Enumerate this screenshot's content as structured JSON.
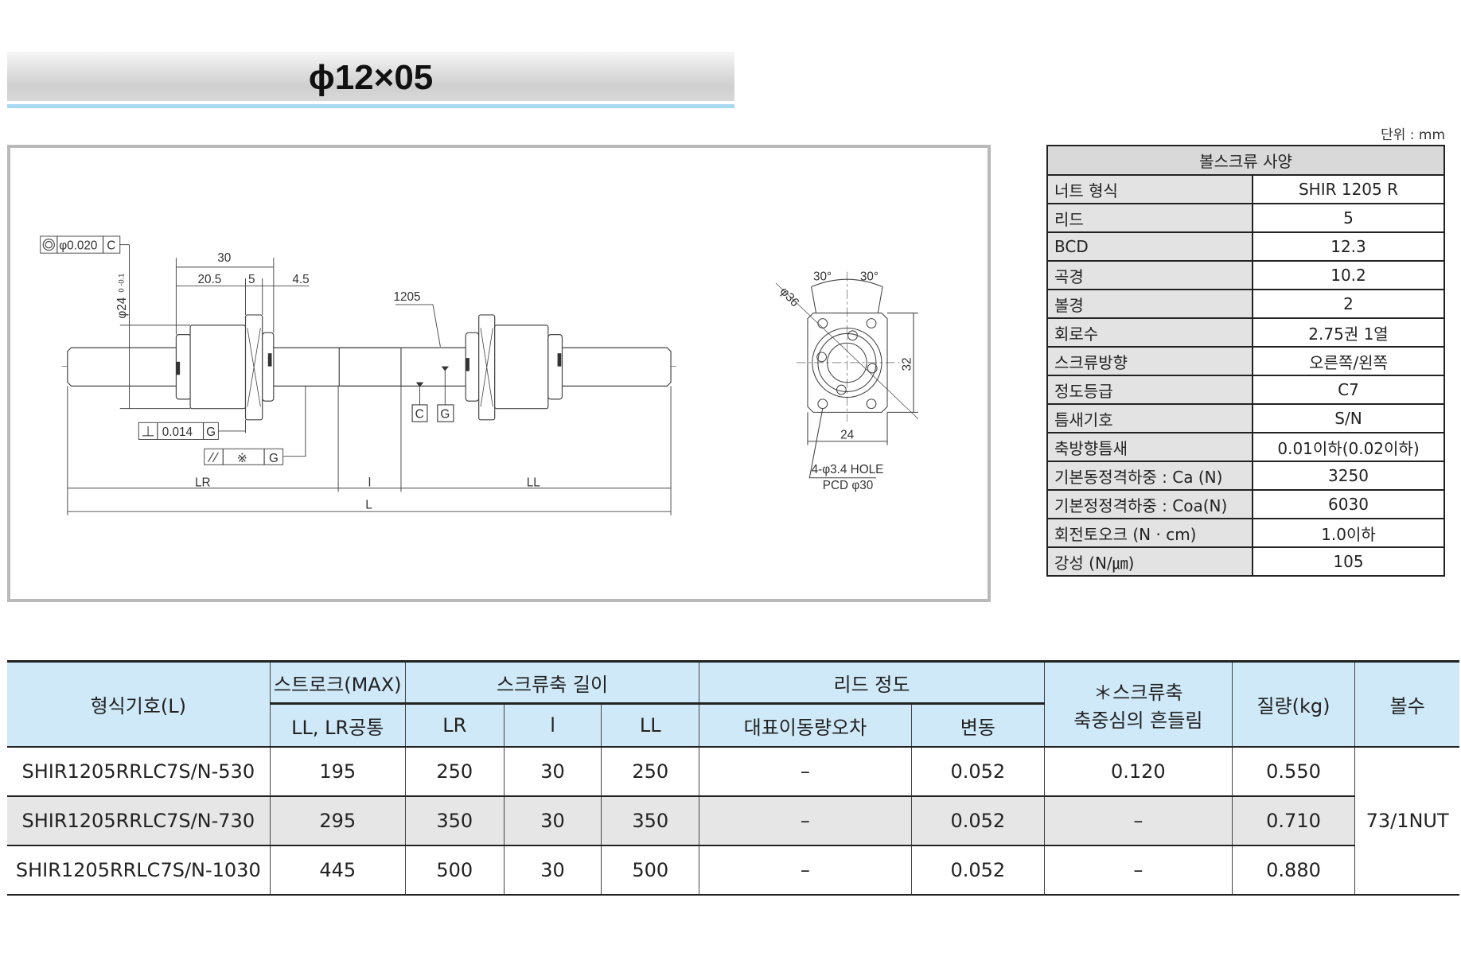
{
  "title": "ϕ12×05",
  "unit": "단위 : mm",
  "drawing": {
    "runout": "φ0.020",
    "datum_c": "C",
    "datum_g": "G",
    "dim_30": "30",
    "dim_20_5": "20.5",
    "dim_5": "5",
    "dim_4_5": "4.5",
    "dia_24": "φ24",
    "tol": "0 -0.1",
    "model": "1205",
    "perp": "0.014",
    "parallel_mark": "※",
    "lr": "LR",
    "l_small": "l",
    "ll": "LL",
    "l_total": "L",
    "angle_left": "30°",
    "angle_right": "30°",
    "dia_36": "φ36",
    "dim_32": "32",
    "dim_24": "24",
    "hole": "4-φ3.4 HOLE",
    "pcd": "PCD φ30"
  },
  "spec": {
    "title": "볼스크류 사양",
    "rows": [
      {
        "k": "너트 형식",
        "v": "SHIR 1205 R"
      },
      {
        "k": "리드",
        "v": "5"
      },
      {
        "k": "BCD",
        "v": "12.3"
      },
      {
        "k": "곡경",
        "v": "10.2"
      },
      {
        "k": "볼경",
        "v": "2"
      },
      {
        "k": "회로수",
        "v": "2.75권 1열"
      },
      {
        "k": "스크류방향",
        "v": "오른쪽/왼쪽"
      },
      {
        "k": "정도등급",
        "v": "C7"
      },
      {
        "k": "틈새기호",
        "v": "S/N"
      },
      {
        "k": "축방향틈새",
        "v": "0.01이하(0.02이하)"
      },
      {
        "k": "기본동정격하중 : Ca (N)",
        "v": "3250"
      },
      {
        "k": "기본정정격하중 : Coa(N)",
        "v": "6030"
      },
      {
        "k": "회전토오크 (N · cm)",
        "v": "1.0이하"
      },
      {
        "k": "강성 (N/㎛)",
        "v": "105"
      }
    ]
  },
  "table": {
    "h_model": "형식기호(L)",
    "h_stroke": "스트로크(MAX)",
    "h_stroke_sub": "LL, LR공통",
    "h_length": "스크류축 길이",
    "h_lr": "LR",
    "h_l": "l",
    "h_ll": "LL",
    "h_lead": "리드 정도",
    "h_lead_err": "대표이동량오차",
    "h_lead_var": "변동",
    "h_runout_1": "＊스크류축",
    "h_runout_2": "축중심의 흔들림",
    "h_mass": "질량(kg)",
    "h_balls": "볼수",
    "balls": "73/1NUT",
    "rows": [
      {
        "model": "SHIR1205RRLC7S/N-530",
        "stroke": "195",
        "lr": "250",
        "l": "30",
        "ll": "250",
        "err": "–",
        "var": "0.052",
        "runout": "0.120",
        "mass": "0.550"
      },
      {
        "model": "SHIR1205RRLC7S/N-730",
        "stroke": "295",
        "lr": "350",
        "l": "30",
        "ll": "350",
        "err": "–",
        "var": "0.052",
        "runout": "–",
        "mass": "0.710"
      },
      {
        "model": "SHIR1205RRLC7S/N-1030",
        "stroke": "445",
        "lr": "500",
        "l": "30",
        "ll": "500",
        "err": "–",
        "var": "0.052",
        "runout": "–",
        "mass": "0.880"
      }
    ]
  }
}
